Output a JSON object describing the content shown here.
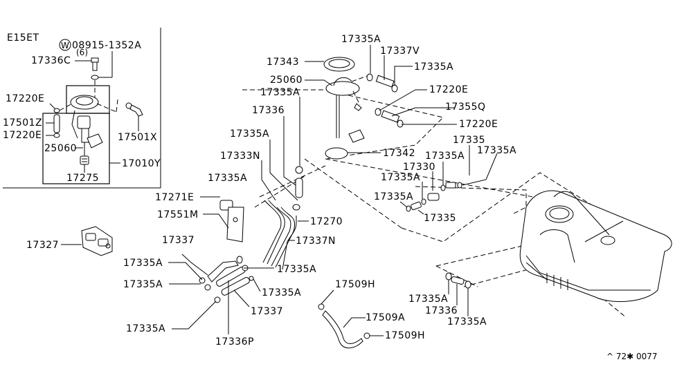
{
  "diagram": {
    "title": "Fuel Tank & Fuel Pump Parts Diagram",
    "inset": {
      "engine_code": "E15ET",
      "washer_symbol": "W",
      "bolt_part": "08915-1352A",
      "bolt_qty": "(6)",
      "labels": {
        "screw": "17336C",
        "hose_clamp_top": "17220E",
        "hose": "17501Z",
        "hose_clamp_bottom": "17220E",
        "sender": "25060",
        "filter": "17275",
        "pump_assembly": "17010Y",
        "hose_right": "17501X"
      }
    },
    "labels": [
      {
        "id": "clamp-top",
        "text": "17335A"
      },
      {
        "id": "hose-top",
        "text": "17337V"
      },
      {
        "id": "clamp-top-2",
        "text": "17335A"
      },
      {
        "id": "ring",
        "text": "17343"
      },
      {
        "id": "sender-unit",
        "text": "25060"
      },
      {
        "id": "clamp-sender",
        "text": "17335A"
      },
      {
        "id": "hose-sender",
        "text": "17336"
      },
      {
        "id": "clamp-e-1",
        "text": "17220E"
      },
      {
        "id": "hose-q",
        "text": "17355Q"
      },
      {
        "id": "clamp-e-2",
        "text": "17220E"
      },
      {
        "id": "packing",
        "text": "17342"
      },
      {
        "id": "clamp-left",
        "text": "17335A"
      },
      {
        "id": "tube-n",
        "text": "17333N"
      },
      {
        "id": "clamp-left-2",
        "text": "17335A"
      },
      {
        "id": "hose-r1",
        "text": "17335"
      },
      {
        "id": "clamp-r1",
        "text": "17335A"
      },
      {
        "id": "clamp-r2",
        "text": "17335A"
      },
      {
        "id": "filter-r",
        "text": "17330"
      },
      {
        "id": "clamp-r3",
        "text": "17335A"
      },
      {
        "id": "clamp-r4",
        "text": "17335A"
      },
      {
        "id": "hose-r2",
        "text": "17335"
      },
      {
        "id": "bracket-e",
        "text": "17271E"
      },
      {
        "id": "bracket-m",
        "text": "17551M"
      },
      {
        "id": "tube-270",
        "text": "17270"
      },
      {
        "id": "tube-337n",
        "text": "17337N"
      },
      {
        "id": "clip",
        "text": "17327"
      },
      {
        "id": "hose-337a",
        "text": "17337"
      },
      {
        "id": "clamp-b1",
        "text": "17335A"
      },
      {
        "id": "clamp-b2",
        "text": "17335A"
      },
      {
        "id": "clamp-b3",
        "text": "17335A"
      },
      {
        "id": "clamp-b4",
        "text": "17335A"
      },
      {
        "id": "hose-337b",
        "text": "17337"
      },
      {
        "id": "clamp-b5",
        "text": "17335A"
      },
      {
        "id": "hose-p",
        "text": "17336P"
      },
      {
        "id": "clamp-h1",
        "text": "17509H"
      },
      {
        "id": "hose-509a",
        "text": "17509A"
      },
      {
        "id": "clamp-h2",
        "text": "17509H"
      },
      {
        "id": "clamp-t1",
        "text": "17335A"
      },
      {
        "id": "hose-t",
        "text": "17336"
      },
      {
        "id": "clamp-t2",
        "text": "17335A"
      }
    ],
    "footer_code": "^ 72✱ 0077"
  }
}
